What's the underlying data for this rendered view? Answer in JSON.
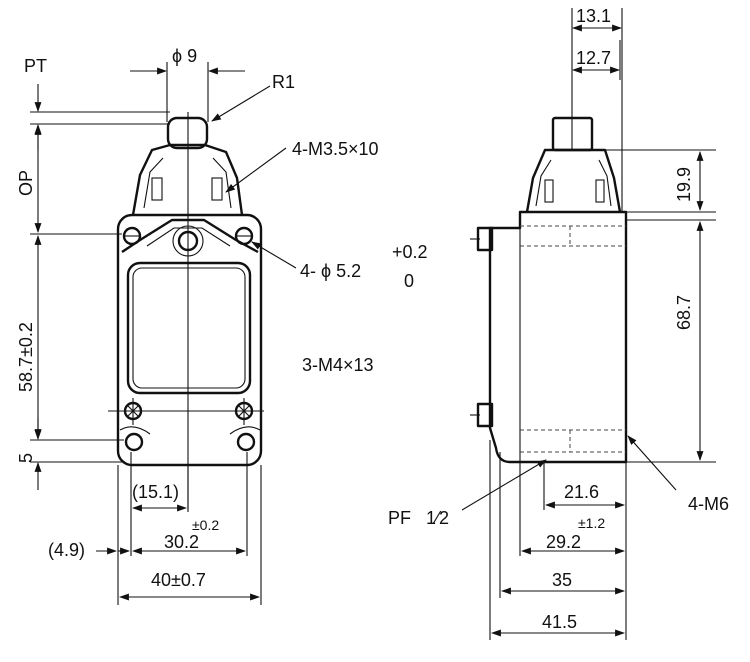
{
  "front_view": {
    "pt": "PT",
    "op": "OP",
    "phi9": "ϕ 9",
    "r1": "R1",
    "screws_m35": "4-M3.5×10",
    "holes_phi52": "4- ϕ 5.2",
    "tol_plus": "+0.2",
    "tol_zero": "0",
    "screws_m4": "3-M4×13",
    "height_587": "58.7±0.2",
    "height_5": "5",
    "dim_151": "(15.1)",
    "dim_302": "30.2",
    "tol_302": "±0.2",
    "dim_49": "(4.9)",
    "dim_40": "40±0.7"
  },
  "side_view": {
    "dim_131": "13.1",
    "dim_127": "12.7",
    "dim_199": "19.9",
    "dim_687": "68.7",
    "pf": "PF",
    "pf_fraction": "1⁄2",
    "m6": "4-M6",
    "dim_216": "21.6",
    "dim_292": "29.2",
    "tol_292": "±1.2",
    "dim_35": "35",
    "dim_415": "41.5"
  }
}
